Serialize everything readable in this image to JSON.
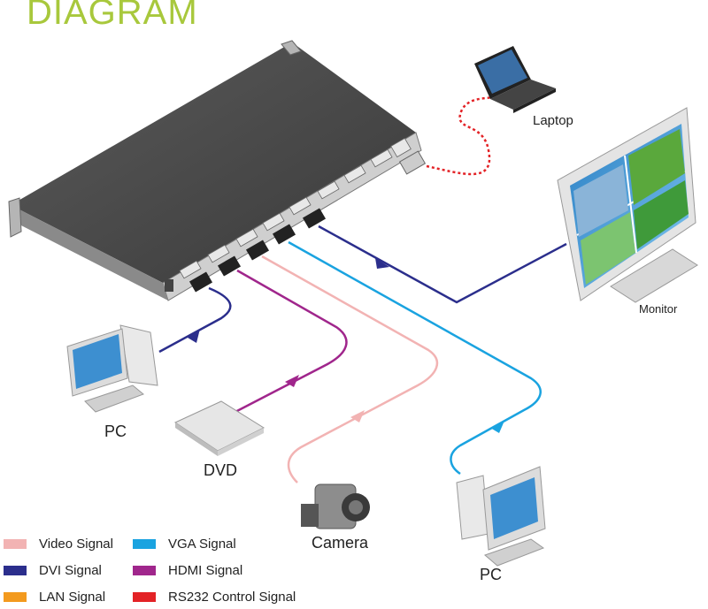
{
  "title": "DIAGRAM",
  "devices": {
    "laptop": "Laptop",
    "monitor": "Monitor",
    "pc_left": "PC",
    "dvd": "DVD",
    "camera": "Camera",
    "pc_right": "PC"
  },
  "legend": [
    {
      "label": "Video Signal",
      "color": "#f2b3b3"
    },
    {
      "label": "VGA Signal",
      "color": "#1aa3e0"
    },
    {
      "label": "DVI Signal",
      "color": "#2b2e8c"
    },
    {
      "label": "HDMI Signal",
      "color": "#a0268c"
    },
    {
      "label": "LAN Signal",
      "color": "#f39a1e"
    },
    {
      "label": "RS232 Control Signal",
      "color": "#e32226"
    }
  ]
}
